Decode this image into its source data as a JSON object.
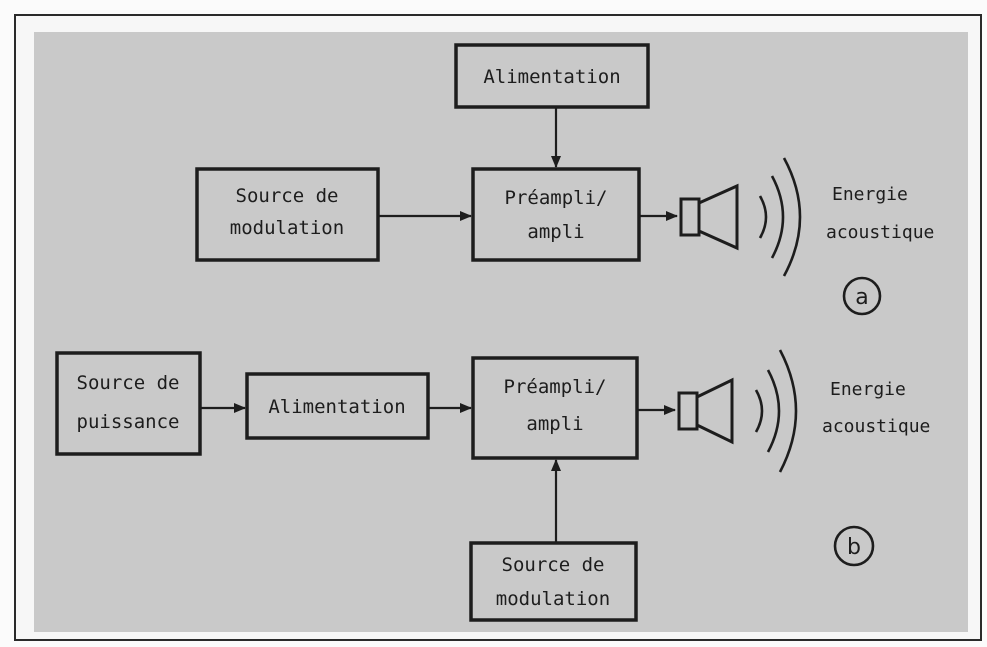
{
  "diagram_a": {
    "power_block": "Alimentation",
    "modulation_block": [
      "Source de",
      "modulation"
    ],
    "amp_block": [
      "Préampli/",
      "ampli"
    ],
    "output_label": [
      "Energie",
      "acoustique"
    ],
    "tag": "a"
  },
  "diagram_b": {
    "source_block": [
      "Source de",
      "puissance"
    ],
    "power_block": "Alimentation",
    "amp_block": [
      "Préampli/",
      "ampli"
    ],
    "modulation_block": [
      "Source de",
      "modulation"
    ],
    "output_label": [
      "Energie",
      "acoustique"
    ],
    "tag": "b"
  }
}
